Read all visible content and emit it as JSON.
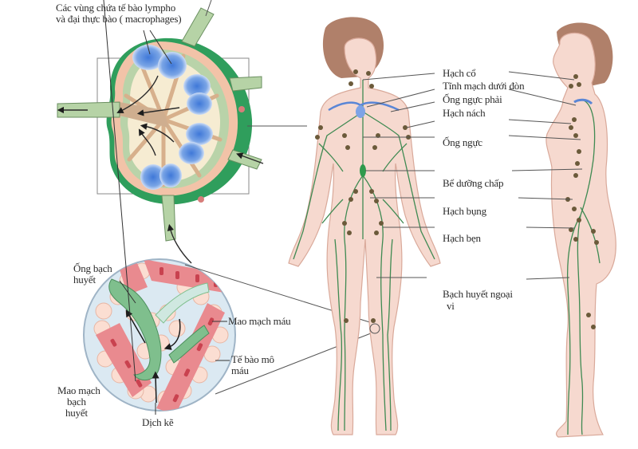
{
  "diagram": {
    "topic": "lymphatic-system",
    "colors": {
      "skin": "#f6d9cf",
      "skin_edge": "#d9a99a",
      "hair": "#b07f68",
      "lymph_vessel": "#3f8a52",
      "lymph_vessel_light": "#9fc7a3",
      "lymph_node": "#6b5a3a",
      "vein_blue": "#5a86d6",
      "node_capsule": "#3aa363",
      "node_cortex": "#f3c9b0",
      "node_medulla": "#f6eed8",
      "follicle_blue": "#5b8fdc",
      "blood_capillary": "#e9868c",
      "tissue_cell": "#fbdcd0",
      "leader_line": "#555555",
      "label_text": "#2b2b2b"
    }
  },
  "lymph_node_panel": {
    "label_cortex": "Các vùng chứa tế bào lympho và đại thực bào ( macrophages)",
    "label_cortex_lines": [
      "Các vùng chứa tế bào lympho",
      "và đại thực bào ( macrophages)"
    ]
  },
  "tissue_panel": {
    "labels": {
      "lymph_vessel": [
        "Ống  bạch",
        "huyết"
      ],
      "blood_capillary": "Mao mạch máu",
      "tissue_cells": [
        "Tế bào mô",
        "máu"
      ],
      "lymph_capillary": [
        "Mao mạch",
        "bạch",
        "huyết"
      ],
      "interstitial_fluid": "Dịch kẽ"
    }
  },
  "body_labels": [
    {
      "id": "cervical-nodes",
      "text": "Hạch cổ"
    },
    {
      "id": "subclavian-vein",
      "text": "Tĩnh mạch dưới đòn"
    },
    {
      "id": "right-lymphatic-duct",
      "text": "Ống ngực phải"
    },
    {
      "id": "axillary-nodes",
      "text": "Hạch nách"
    },
    {
      "id": "thoracic-duct",
      "text": "Ống ngực"
    },
    {
      "id": "cisterna-chyli",
      "text": "Bể dưỡng chấp"
    },
    {
      "id": "abdominal-nodes",
      "text": "Hạch bụng"
    },
    {
      "id": "inguinal-nodes",
      "text": "Hạch bẹn"
    },
    {
      "id": "peripheral-lymphatics",
      "text": "Bạch  huyết  ngoại",
      "text2": "vi"
    }
  ]
}
